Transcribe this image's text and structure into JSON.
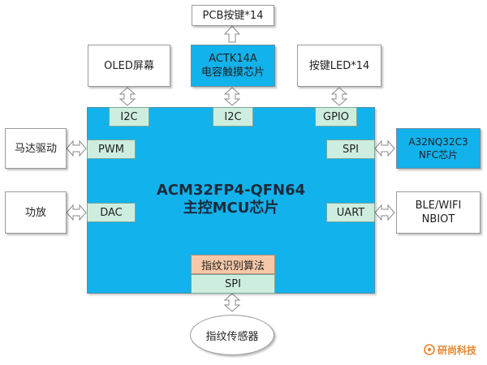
{
  "top": {
    "pcb_keys": "PCB按键*14",
    "oled": "OLED屏幕",
    "touch_chip_line1": "ACTK14A",
    "touch_chip_line2": "电容触摸芯片",
    "key_led": "按键LED*14"
  },
  "left": {
    "motor": "马达驱动",
    "amp": "功放"
  },
  "right": {
    "nfc_line1": "A32NQ32C3",
    "nfc_line2": "NFC芯片",
    "wireless_line1": "BLE/WIFI",
    "wireless_line2": "NBIOT"
  },
  "mcu": {
    "title_line1": "ACM32FP4-QFN64",
    "title_line2": "主控MCU芯片",
    "ports": {
      "i2c_left": "I2C",
      "i2c_mid": "I2C",
      "gpio": "GPIO",
      "pwm": "PWM",
      "dac": "DAC",
      "spi_right": "SPI",
      "uart": "UART",
      "fp_algo": "指纹识别算法",
      "spi_bottom": "SPI"
    }
  },
  "bottom": {
    "fingerprint_sensor": "指纹传感器"
  },
  "logo": {
    "text": "研尚科技"
  },
  "colors": {
    "mcu_blue": "#12b2ec",
    "port_green": "#cdeedf",
    "algo_orange": "#f6c8a8",
    "logo_orange": "#e8842a"
  }
}
